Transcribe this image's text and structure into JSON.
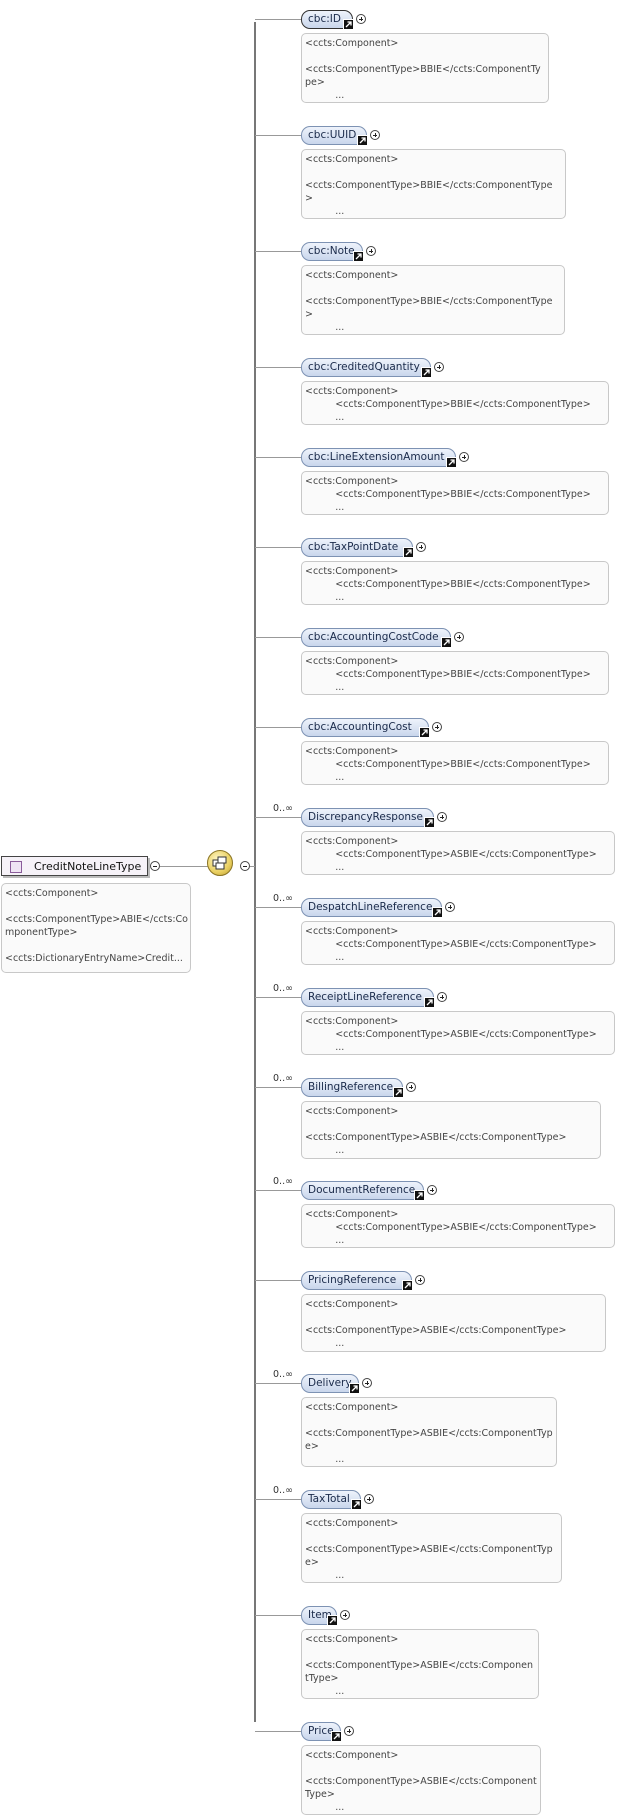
{
  "root": {
    "name": "CreditNoteLineType",
    "doc": "<ccts:Component>\n\n<ccts:ComponentType>ABIE</ccts:Co\nmponentType>\n\n<ccts:DictionaryEntryName>Credit..."
  },
  "elements": [
    {
      "name": "cbc:ID",
      "card": "",
      "doc": "<ccts:Component>\n\n<ccts:ComponentType>BBIE</ccts:ComponentTy\npe>\n          ..."
    },
    {
      "name": "cbc:UUID",
      "card": "",
      "doc": "<ccts:Component>\n\n<ccts:ComponentType>BBIE</ccts:ComponentType\n>\n          ..."
    },
    {
      "name": "cbc:Note",
      "card": "",
      "doc": "<ccts:Component>\n\n<ccts:ComponentType>BBIE</ccts:ComponentType\n>\n          ..."
    },
    {
      "name": "cbc:CreditedQuantity",
      "card": "",
      "doc": "<ccts:Component>\n          <ccts:ComponentType>BBIE</ccts:ComponentType>\n          ..."
    },
    {
      "name": "cbc:LineExtensionAmount",
      "card": "",
      "doc": "<ccts:Component>\n          <ccts:ComponentType>BBIE</ccts:ComponentType>\n          ..."
    },
    {
      "name": "cbc:TaxPointDate",
      "card": "",
      "doc": "<ccts:Component>\n          <ccts:ComponentType>BBIE</ccts:ComponentType>\n          ..."
    },
    {
      "name": "cbc:AccountingCostCode",
      "card": "",
      "doc": "<ccts:Component>\n          <ccts:ComponentType>BBIE</ccts:ComponentType>\n          ..."
    },
    {
      "name": "cbc:AccountingCost",
      "card": "",
      "doc": "<ccts:Component>\n          <ccts:ComponentType>BBIE</ccts:ComponentType>\n          ..."
    },
    {
      "name": "DiscrepancyResponse",
      "card": "0..∞",
      "doc": "<ccts:Component>\n          <ccts:ComponentType>ASBIE</ccts:ComponentType>\n          ..."
    },
    {
      "name": "DespatchLineReference",
      "card": "0..∞",
      "doc": "<ccts:Component>\n          <ccts:ComponentType>ASBIE</ccts:ComponentType>\n          ..."
    },
    {
      "name": "ReceiptLineReference",
      "card": "0..∞",
      "doc": "<ccts:Component>\n          <ccts:ComponentType>ASBIE</ccts:ComponentType>\n          ..."
    },
    {
      "name": "BillingReference",
      "card": "0..∞",
      "doc": "<ccts:Component>\n\n<ccts:ComponentType>ASBIE</ccts:ComponentType>\n          ..."
    },
    {
      "name": "DocumentReference",
      "card": "0..∞",
      "doc": "<ccts:Component>\n          <ccts:ComponentType>ASBIE</ccts:ComponentType>\n          ..."
    },
    {
      "name": "PricingReference",
      "card": "",
      "doc": "<ccts:Component>\n\n<ccts:ComponentType>ASBIE</ccts:ComponentType>\n          ..."
    },
    {
      "name": "Delivery",
      "card": "0..∞",
      "doc": "<ccts:Component>\n\n<ccts:ComponentType>ASBIE</ccts:ComponentTyp\ne>\n          ..."
    },
    {
      "name": "TaxTotal",
      "card": "0..∞",
      "doc": "<ccts:Component>\n\n<ccts:ComponentType>ASBIE</ccts:ComponentTyp\ne>\n          ..."
    },
    {
      "name": "Item",
      "card": "",
      "doc": "<ccts:Component>\n\n<ccts:ComponentType>ASBIE</ccts:Componen\ntType>\n          ..."
    },
    {
      "name": "Price",
      "card": "",
      "doc": "<ccts:Component>\n\n<ccts:ComponentType>ASBIE</ccts:Component\nType>\n          ..."
    }
  ]
}
